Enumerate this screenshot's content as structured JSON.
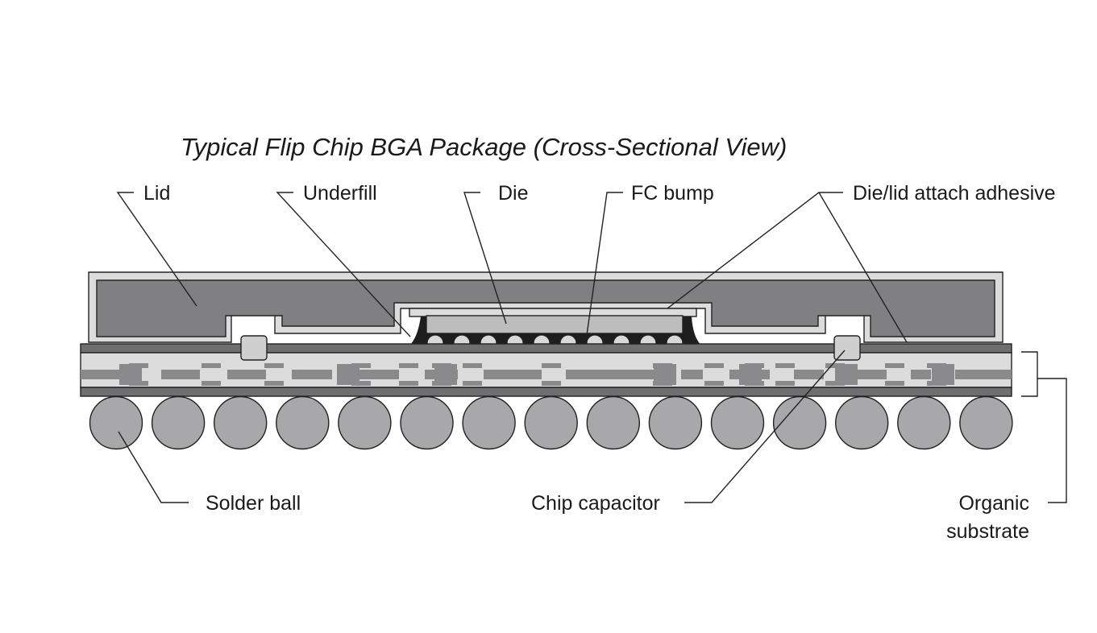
{
  "title": "Typical Flip Chip BGA Package (Cross-Sectional View)",
  "labels": {
    "lid": "Lid",
    "underfill": "Underfill",
    "die": "Die",
    "fc_bump": "FC bump",
    "adhesive": "Die/lid attach adhesive",
    "solder_ball": "Solder ball",
    "chip_capacitor": "Chip capacitor",
    "organic_substrate_line1": "Organic",
    "organic_substrate_line2": "substrate"
  },
  "colors": {
    "lid_dark": "#808082",
    "lid_light": "#dcdcdc",
    "die": "#bdbdbd",
    "underfill": "#1e1e1e",
    "bump": "#d9d9d9",
    "substrate_dark": "#6f6f71",
    "substrate_light": "#dcdcdc",
    "trace": "#8a8a8c",
    "solder_ball": "#a8a8aa",
    "capacitor": "#cfcfcf"
  },
  "counts": {
    "fc_bumps": 10,
    "solder_balls": 15,
    "chip_capacitors": 2
  }
}
